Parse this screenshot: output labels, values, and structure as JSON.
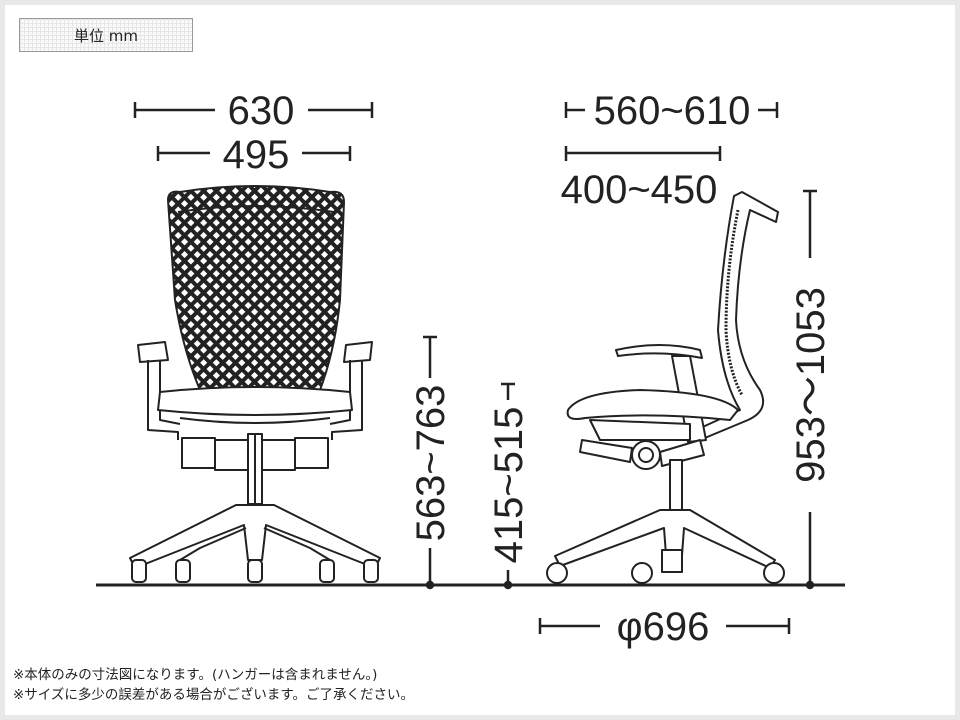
{
  "unit_label": "単位 mm",
  "front_view": {
    "overall_width": "630",
    "seat_width": "495",
    "armrest_height": "563~763",
    "seat_height": "415~515"
  },
  "side_view": {
    "overall_depth": "560~610",
    "seat_depth": "400~450",
    "overall_height": "953～1053",
    "base_diameter": "φ696"
  },
  "notes": [
    "※本体のみの寸法図になります。(ハンガーは含まれません。)",
    "※サイズに多少の誤差がある場合がございます。ご了承ください。"
  ],
  "colors": {
    "background": "#e8e8e8",
    "canvas": "#ffffff",
    "line": "#222222"
  }
}
